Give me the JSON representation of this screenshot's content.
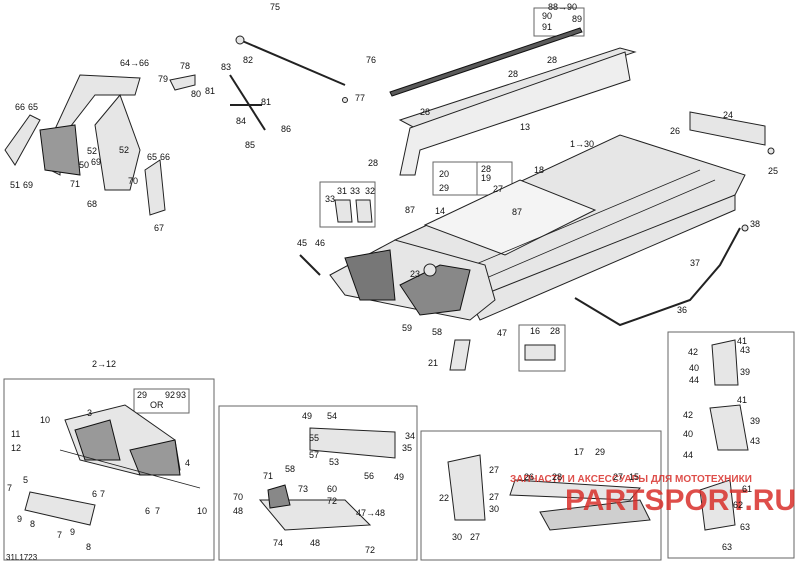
{
  "drawing_code": "31L1723",
  "watermark": {
    "text": "ЗАПЧАСТИ И АКСЕССУАРЫ ДЛЯ МОТОТЕХНИКИ",
    "logo": "PARTSPORT.RU",
    "color": "#d9302b"
  },
  "labels": {
    "l1": "88→90",
    "l2": "90",
    "l3": "91",
    "l4": "89",
    "l5": "28",
    "l6": "28",
    "l7": "28",
    "l8": "13",
    "l9": "28",
    "l10": "24",
    "l11": "26",
    "l12": "25",
    "l13": "1→30",
    "l14": "18",
    "l15": "20",
    "l16": "29",
    "l17": "28",
    "l18": "19",
    "l19": "27",
    "l20": "87",
    "l21": "87",
    "l22": "14",
    "l23": "31",
    "l24": "33",
    "l25": "32",
    "l26": "33",
    "l27": "45",
    "l28": "46",
    "l29": "23",
    "l30": "59",
    "l31": "58",
    "l32": "47",
    "l33": "16",
    "l34": "28",
    "l35": "21",
    "l36": "38",
    "l37": "37",
    "l38": "36",
    "l39": "64→66",
    "l40": "66",
    "l41": "65",
    "l42": "52",
    "l43": "50",
    "l44": "69",
    "l45": "71",
    "l46": "70",
    "l47": "68",
    "l48": "52",
    "l49": "65",
    "l50": "66",
    "l51": "67",
    "l52": "51",
    "l53": "69",
    "l54": "79",
    "l55": "78",
    "l56": "80",
    "l57": "81",
    "l58": "75",
    "l59": "76",
    "l60": "77",
    "l61": "83",
    "l62": "82",
    "l63": "81",
    "l64": "84",
    "l65": "86",
    "l66": "85",
    "l67": "41",
    "l68": "42",
    "l69": "43",
    "l70": "40",
    "l71": "39",
    "l72": "44",
    "l73": "41",
    "l74": "42",
    "l75": "39",
    "l76": "40",
    "l77": "43",
    "l78": "44",
    "l79": "2→12",
    "l80": "29",
    "l81": "OR",
    "l82": "92",
    "l83": "93",
    "l84": "3",
    "l85": "10",
    "l86": "11",
    "l87": "12",
    "l88": "4",
    "l89": "5",
    "l90": "7",
    "l91": "9",
    "l92": "8",
    "l93": "7",
    "l94": "9",
    "l95": "6",
    "l96": "7",
    "l97": "8",
    "l98": "6",
    "l99": "7",
    "l100": "10",
    "l101": "49",
    "l102": "54",
    "l103": "55",
    "l104": "34",
    "l105": "35",
    "l106": "57",
    "l107": "53",
    "l108": "56",
    "l109": "49",
    "l110": "71",
    "l111": "58",
    "l112": "70",
    "l113": "48",
    "l114": "73",
    "l115": "60",
    "l116": "72",
    "l117": "47→48",
    "l118": "74",
    "l119": "48",
    "l120": "72",
    "l121": "27",
    "l122": "17",
    "l123": "29",
    "l124": "26",
    "l125": "28",
    "l126": "27",
    "l127": "15",
    "l128": "22",
    "l129": "27",
    "l130": "30",
    "l131": "30",
    "l132": "27",
    "l133": "61",
    "l134": "62",
    "l135": "63",
    "l136": "63"
  }
}
